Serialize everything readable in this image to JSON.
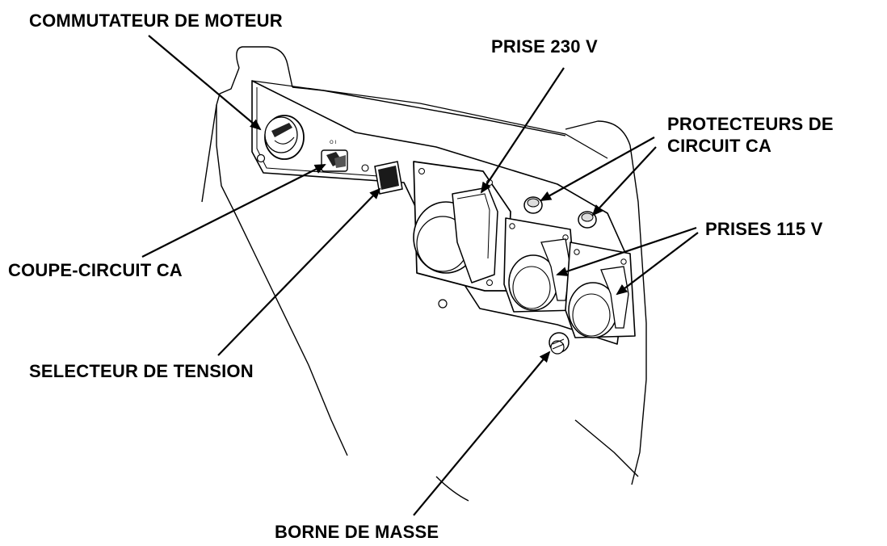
{
  "labels": {
    "commutateur": "COMMUTATEUR DE MOTEUR",
    "prise230": "PRISE 230 V",
    "protecteurs_line1": "PROTECTEURS DE",
    "protecteurs_line2": "CIRCUIT CA",
    "prises115": "PRISES 115 V",
    "coupe_circuit": "COUPE-CIRCUIT CA",
    "selecteur": "SELECTEUR DE TENSION",
    "borne": "BORNE DE MASSE"
  },
  "colors": {
    "line": "#000000",
    "fill": "#ffffff",
    "shade": "#2a2a2a"
  }
}
